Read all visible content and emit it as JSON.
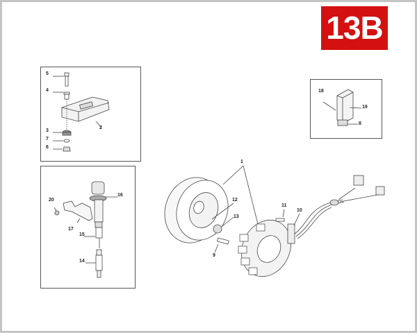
{
  "page": {
    "badge": {
      "label": "13B",
      "color": "#d41010"
    },
    "border_color": "#c4c4c4"
  },
  "diagram": {
    "type": "exploded-parts-diagram",
    "groups": [
      {
        "id": "regulator",
        "callouts": [
          "5",
          "4",
          "2",
          "3",
          "7",
          "6"
        ]
      },
      {
        "id": "ignition-coil",
        "callouts": [
          "20",
          "16",
          "17",
          "15",
          "14"
        ]
      },
      {
        "id": "sensor",
        "callouts": [
          "18",
          "19",
          "8"
        ]
      },
      {
        "id": "flywheel-stator",
        "callouts": [
          "1",
          "12",
          "13",
          "11",
          "10",
          "9"
        ]
      }
    ]
  },
  "callouts": {
    "c1": "1",
    "c2": "2",
    "c3": "3",
    "c4": "4",
    "c5": "5",
    "c6": "6",
    "c7": "7",
    "c8": "8",
    "c9": "9",
    "c10": "10",
    "c11": "11",
    "c12": "12",
    "c13": "13",
    "c14": "14",
    "c15": "15",
    "c16": "16",
    "c17": "17",
    "c18": "18",
    "c19": "19",
    "c20": "20"
  }
}
